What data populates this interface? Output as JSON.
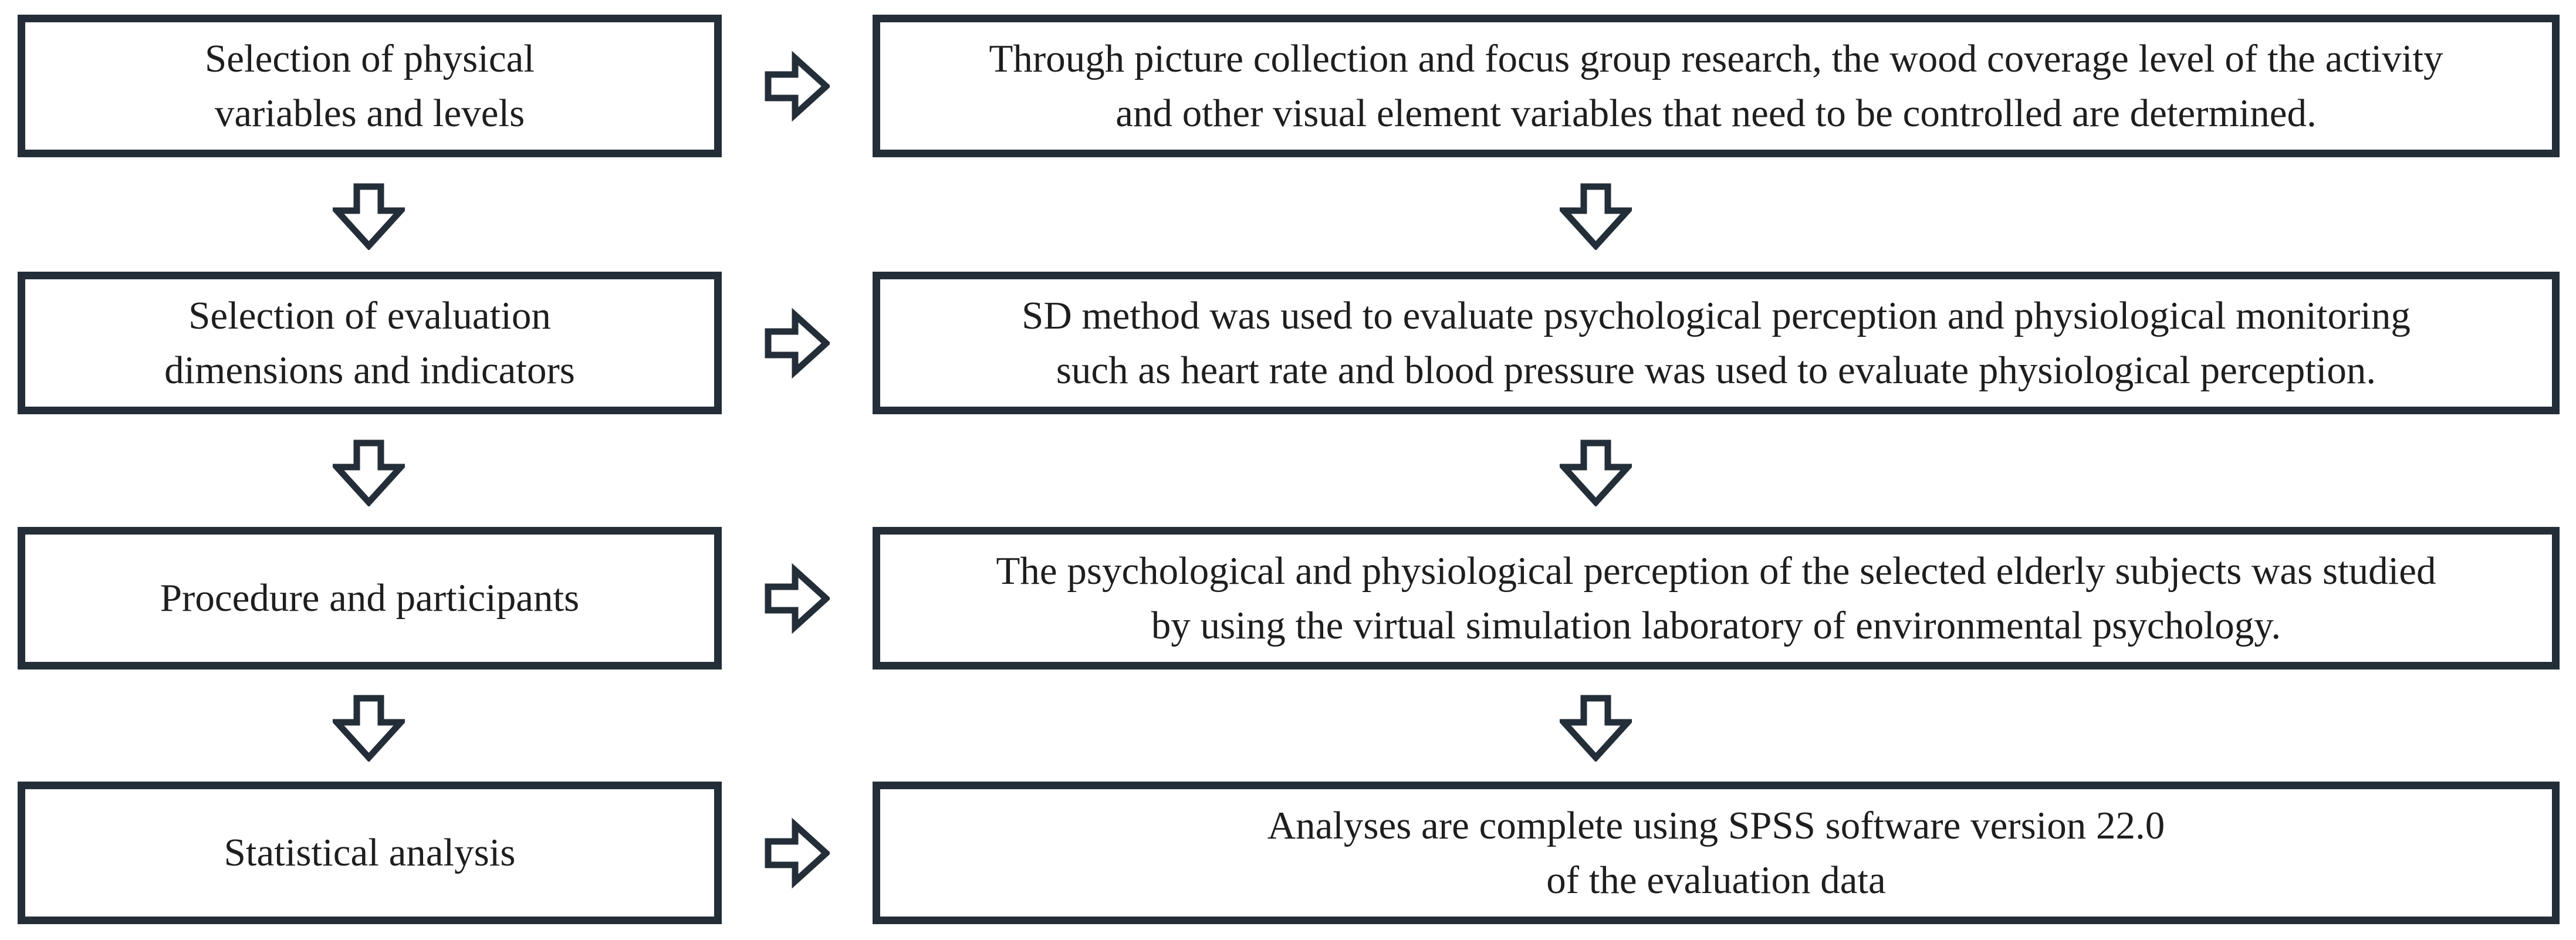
{
  "flowchart": {
    "rows": [
      {
        "step": {
          "lines": [
            "Selection of physical",
            "variables and levels"
          ]
        },
        "detail": {
          "lines": [
            "Through picture collection and focus group research, the wood coverage level of the activity",
            "and other visual element variables that need to be controlled are determined."
          ]
        }
      },
      {
        "step": {
          "lines": [
            "Selection of evaluation",
            "dimensions and indicators"
          ]
        },
        "detail": {
          "lines": [
            "SD method was used to evaluate psychological perception and physiological monitoring",
            "such as heart rate and blood pressure was used to evaluate physiological perception."
          ]
        }
      },
      {
        "step": {
          "lines": [
            "Procedure and participants"
          ]
        },
        "detail": {
          "lines": [
            "The psychological and physiological perception of the selected elderly subjects was studied",
            "by using the virtual simulation laboratory of environmental psychology."
          ]
        }
      },
      {
        "step": {
          "lines": [
            "Statistical analysis"
          ]
        },
        "detail": {
          "lines": [
            "Analyses are complete using SPSS software version 22.0",
            "of the evaluation data"
          ]
        }
      }
    ],
    "connectors": {
      "horizontal_icon": "block-arrow-right-icon",
      "vertical_icon": "block-arrow-down-icon"
    },
    "colors": {
      "outline": "#232e39",
      "text": "#1e1e1e",
      "box_fill": "#ffffff",
      "background": "#ffffff"
    }
  }
}
